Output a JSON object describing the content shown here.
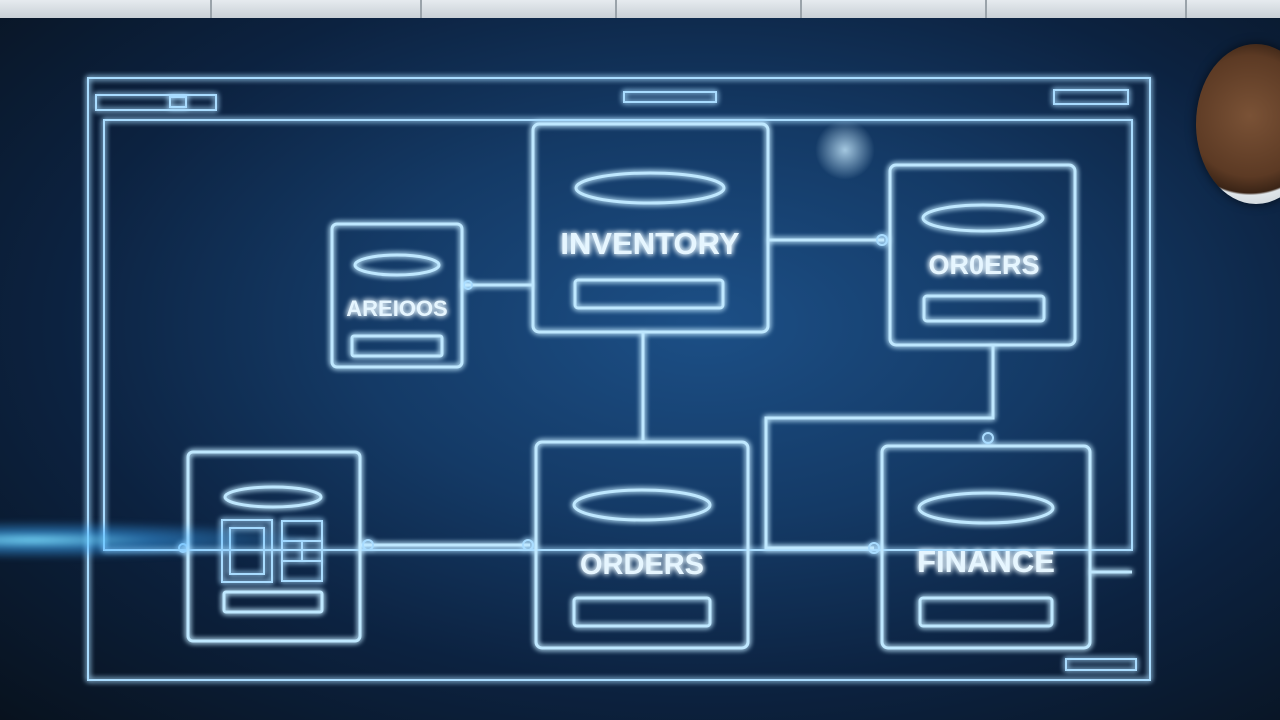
{
  "nodes": [
    {
      "id": "inventory",
      "label": "INVENTORY"
    },
    {
      "id": "orders_top",
      "label": "OR0ERS"
    },
    {
      "id": "areioos",
      "label": "AREIOOS"
    },
    {
      "id": "orders_bottom",
      "label": "ORDERS"
    },
    {
      "id": "finance",
      "label": "FINANCE"
    },
    {
      "id": "widget",
      "label": ""
    }
  ],
  "colors": {
    "line": "#bfe8ff",
    "glow": "#4fb4ff",
    "background": "#143a66"
  }
}
